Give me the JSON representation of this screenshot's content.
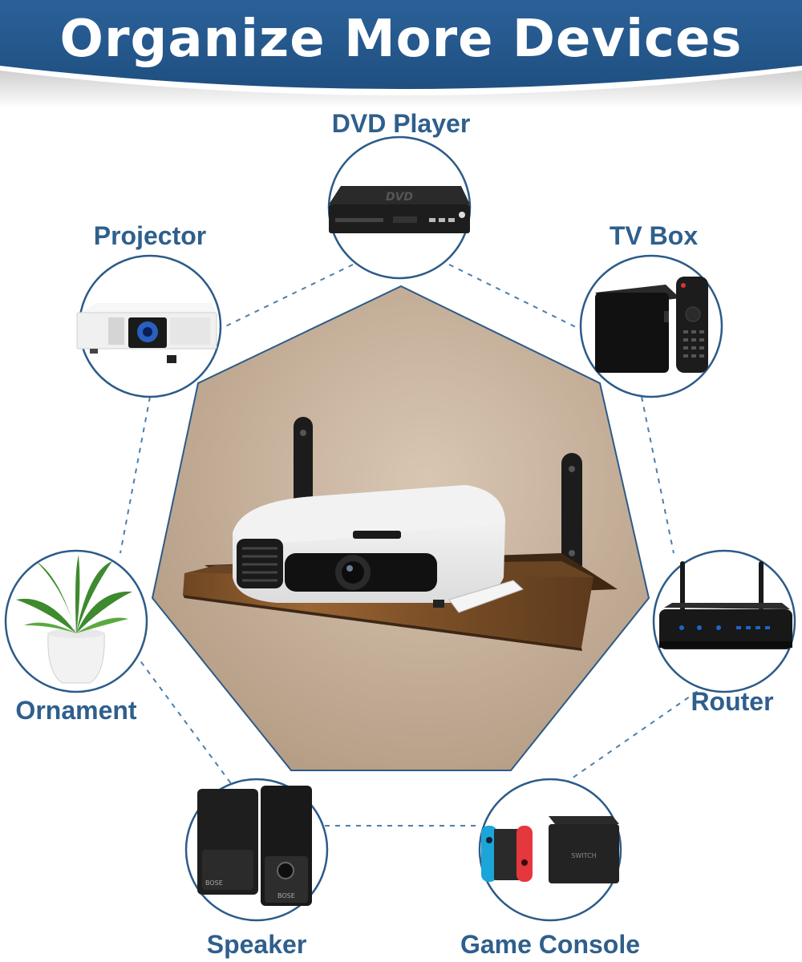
{
  "banner": {
    "title": "Organize More Devices"
  },
  "colors": {
    "brand_blue": "#24598f",
    "label_blue": "#2f5f8c",
    "heptagon_bg": "#c6b09a",
    "shelf_wood": "#8a5a2e"
  },
  "center": {
    "description_icon": "projector-on-wall-shelf"
  },
  "devices": [
    {
      "label": "DVD Player",
      "icon": "dvd-player-icon"
    },
    {
      "label": "Projector",
      "icon": "projector-icon"
    },
    {
      "label": "TV Box",
      "icon": "tv-box-icon"
    },
    {
      "label": "Ornament",
      "icon": "plant-pot-icon"
    },
    {
      "label": "Router",
      "icon": "router-icon"
    },
    {
      "label": "Speaker",
      "icon": "speaker-icon"
    },
    {
      "label": "Game Console",
      "icon": "game-console-icon"
    }
  ]
}
